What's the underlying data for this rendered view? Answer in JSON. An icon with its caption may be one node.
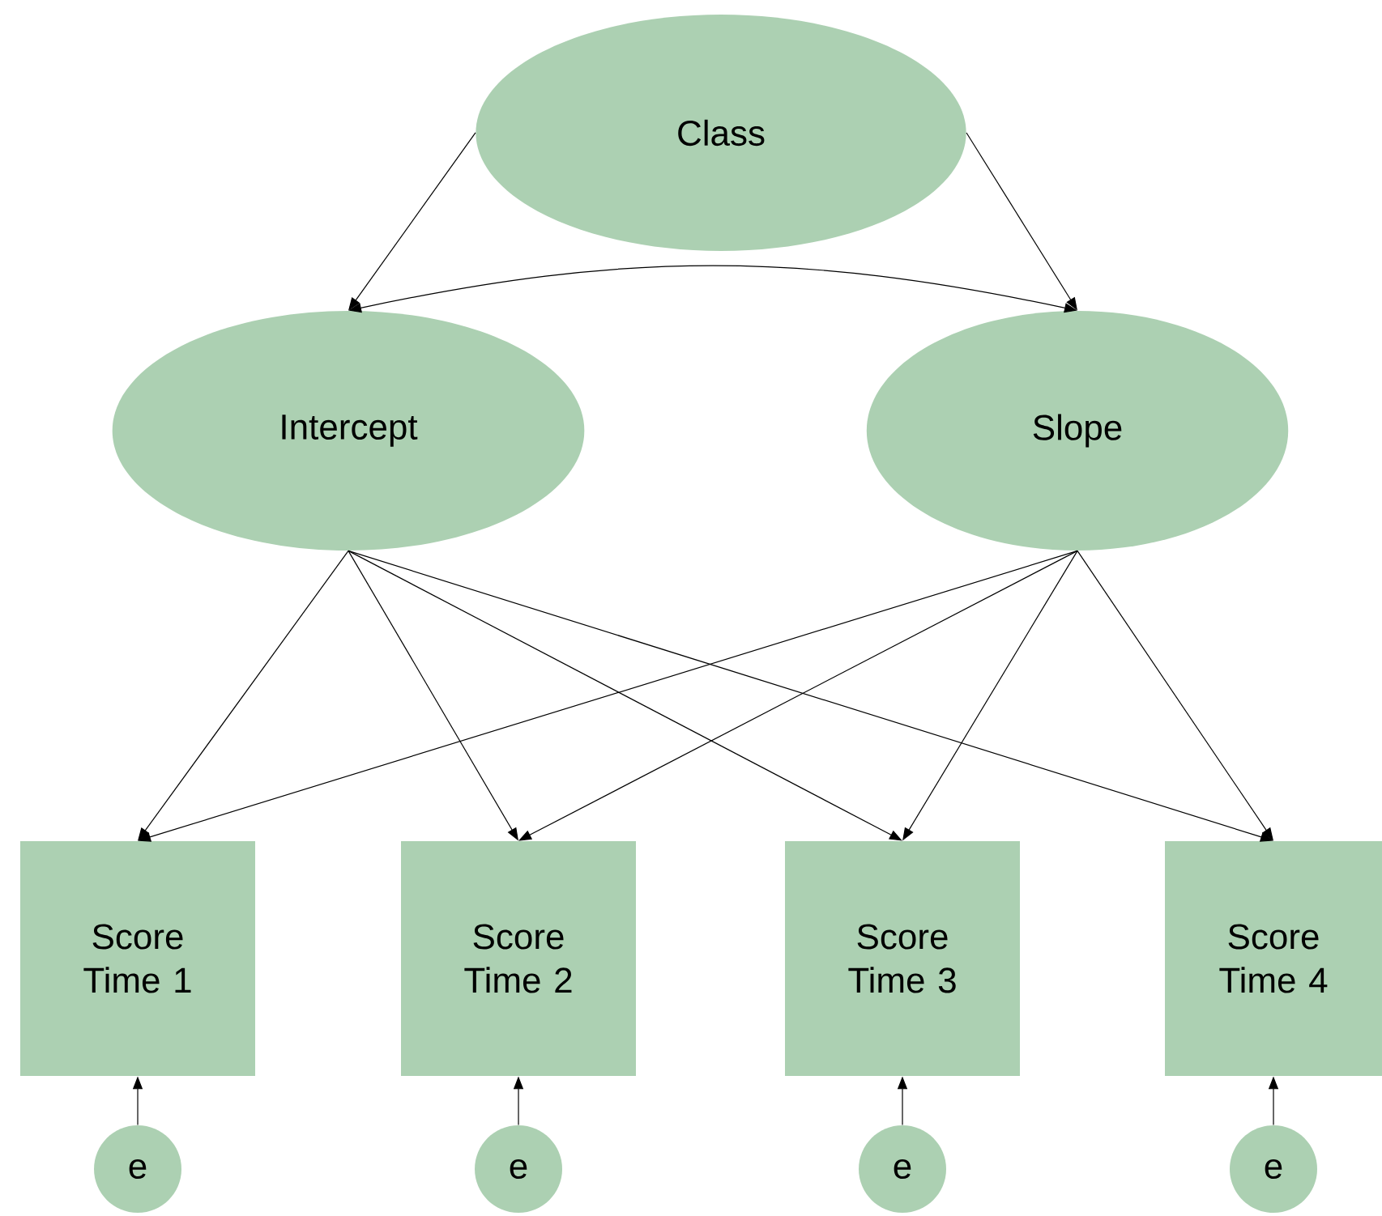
{
  "diagram": {
    "nodes": [
      {
        "text": [
          "Class"
        ]
      },
      {
        "text": [
          "Intercept"
        ]
      },
      {
        "text": [
          "Slope"
        ]
      },
      {
        "text": [
          "Score Time 1"
        ]
      },
      {
        "text": [
          "Score Time 2"
        ]
      },
      {
        "text": [
          "Score Time 3"
        ]
      },
      {
        "text": [
          "Score Time 4"
        ]
      },
      {
        "text": [
          "e"
        ]
      },
      {
        "text": [
          "e"
        ]
      },
      {
        "text": [
          "e"
        ]
      },
      {
        "text": [
          "e"
        ]
      }
    ],
    "edges": [
      {
        "from": 0,
        "to": 1,
        "arrow": "to"
      },
      {
        "from": 0,
        "to": 2,
        "arrow": "to"
      },
      {
        "from": 1,
        "to": 2,
        "arrow": "both"
      },
      {
        "from": 1,
        "to": 3,
        "arrow": "to"
      },
      {
        "from": 1,
        "to": 4,
        "arrow": "to"
      },
      {
        "from": 1,
        "to": 5,
        "arrow": "to"
      },
      {
        "from": 1,
        "to": 6,
        "arrow": "to"
      },
      {
        "from": 2,
        "to": 3,
        "arrow": "to"
      },
      {
        "from": 2,
        "to": 4,
        "arrow": "to"
      },
      {
        "from": 2,
        "to": 5,
        "arrow": "to"
      },
      {
        "from": 2,
        "to": 6,
        "arrow": "to"
      },
      {
        "from": 7,
        "to": 3,
        "arrow": "to"
      },
      {
        "from": 8,
        "to": 4,
        "arrow": "to"
      },
      {
        "from": 9,
        "to": 5,
        "arrow": "to"
      },
      {
        "from": 10,
        "to": 6,
        "arrow": "to"
      }
    ]
  }
}
